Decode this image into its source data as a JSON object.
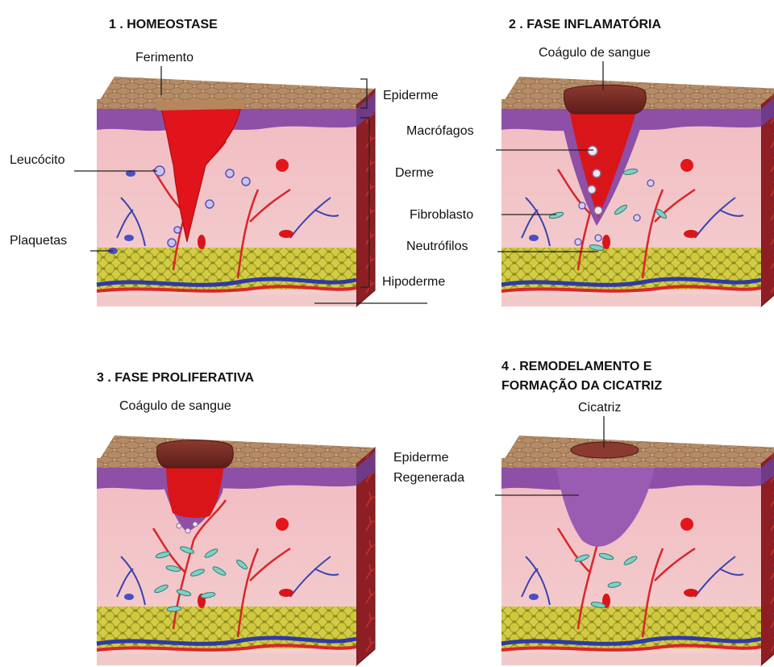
{
  "stages": [
    {
      "title": "1 . HOMEOSTASE",
      "top_label": "Ferimento"
    },
    {
      "title": "2 . FASE INFLAMATÓRIA",
      "top_label": "Coágulo de sangue"
    },
    {
      "title": "3 . FASE PROLIFERATIVA",
      "top_label": "Coágulo de sangue"
    },
    {
      "title_line1": "4 . REMODELAMENTO E",
      "title_line2": "FORMAÇÃO DA CICATRIZ",
      "top_label": "Cicatriz"
    }
  ],
  "layers": {
    "epiderme": "Epiderme",
    "derme": "Derme",
    "hipoderme": "Hipoderme"
  },
  "cells": {
    "leucocito": "Leucócito",
    "plaquetas": "Plaquetas",
    "macrofagos": "Macrófagos",
    "fibroblasto": "Fibroblasto",
    "neutrofilos": "Neutrófilos"
  },
  "regenerated": {
    "line1": "Epiderme",
    "line2": "Regenerada"
  },
  "colors": {
    "epidermis": "#c9a27e",
    "epidermis_cell": "#a8825f",
    "basal_layer": "#8e4fa6",
    "dermis": "#f3c3c6",
    "side_face": "#8a1e22",
    "blood": "#e0141a",
    "clot": "#7a2a24",
    "fat": "#c8c23a",
    "vessel_red": "#d8262a",
    "vessel_blue": "#2e3aa8"
  }
}
